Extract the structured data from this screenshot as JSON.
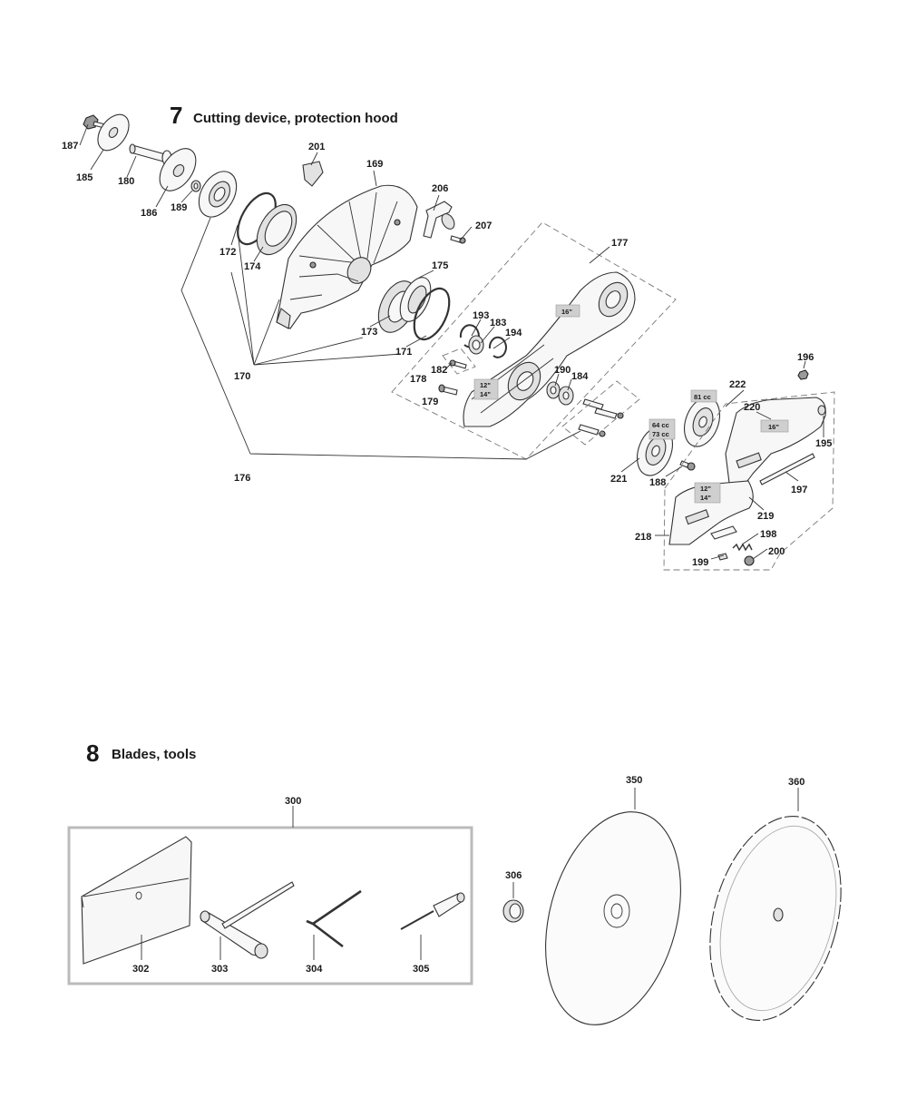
{
  "section7": {
    "number": "7",
    "title": "Cutting device, protection hood"
  },
  "section8": {
    "number": "8",
    "title": "Blades, tools"
  },
  "labels7": {
    "l187": "187",
    "l185": "185",
    "l180": "180",
    "l186": "186",
    "l189": "189",
    "l172": "172",
    "l174": "174",
    "l201": "201",
    "l169": "169",
    "l206": "206",
    "l207": "207",
    "l177": "177",
    "l175": "175",
    "l173": "173",
    "l171": "171",
    "l170": "170",
    "l193": "193",
    "l183": "183",
    "l194": "194",
    "l178": "178",
    "l182": "182",
    "l190": "190",
    "l184": "184",
    "l179": "179",
    "l176": "176",
    "l196": "196",
    "l222": "222",
    "l220": "220",
    "l195": "195",
    "l197": "197",
    "l221": "221",
    "l188": "188",
    "l219": "219",
    "l218": "218",
    "l198": "198",
    "l199": "199",
    "l200": "200"
  },
  "tags7": {
    "t16a": "16\"",
    "t12a": "12\"",
    "t14a": "14\"",
    "t81": "81 cc",
    "t64": "64 cc",
    "t73": "73 cc",
    "t16b": "16\"",
    "t12b": "12\"",
    "t14b": "14\""
  },
  "labels8": {
    "l300": "300",
    "l302": "302",
    "l303": "303",
    "l304": "304",
    "l305": "305",
    "l306": "306",
    "l350": "350",
    "l360": "360"
  }
}
